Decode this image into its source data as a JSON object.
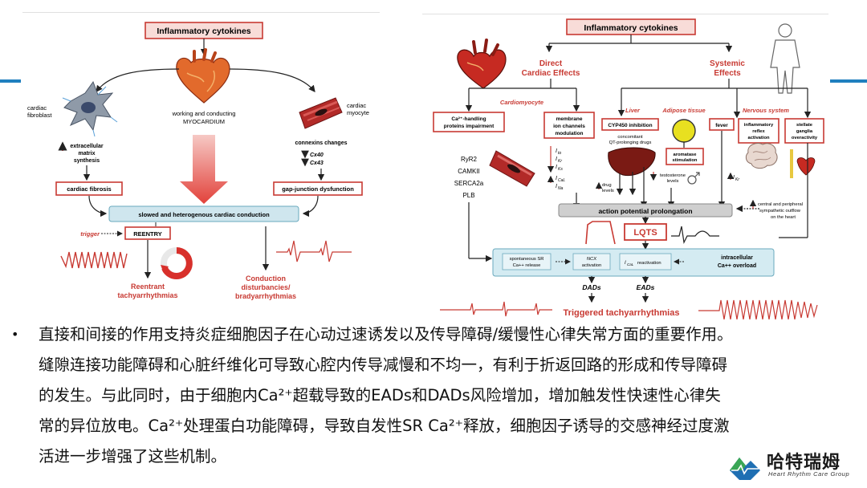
{
  "left_diagram": {
    "top_label": "Inflammatory cytokines",
    "fibroblast": [
      "cardiac",
      "fibroblast"
    ],
    "myocardium": [
      "working and conducting",
      "MYOCARDIUM"
    ],
    "myocyte": [
      "cardiac",
      "myocyte"
    ],
    "ecm": [
      "extracellular",
      "matrix",
      "synthesis"
    ],
    "connexins": "connexins changes",
    "cx40": "Cx40",
    "cx43": "Cx43",
    "fibrosis": "cardiac fibrosis",
    "gap_junction": "gap-junction dysfunction",
    "conduction_box": "slowed and heterogenous cardiac conduction",
    "trigger": "trigger",
    "reentry": "REENTRY",
    "reentrant": [
      "Reentrant",
      "tachyarrhythmias"
    ],
    "conduction_dist": [
      "Conduction",
      "disturbancies/",
      "bradyarrhythmias"
    ]
  },
  "right_diagram": {
    "top_label": "Inflammatory cytokines",
    "direct": [
      "Direct",
      "Cardiac Effects"
    ],
    "systemic": [
      "Systemic",
      "Effects"
    ],
    "cardiomyocyte": "Cardiomyocyte",
    "liver": "Liver",
    "adipose": "Adipose tissue",
    "nervous": "Nervous system",
    "ca_handling": [
      "Ca²⁺-handling",
      "proteins impairment"
    ],
    "membrane": [
      "membrane",
      "ion channels",
      "modulation"
    ],
    "cyp450": "CYP450 inhibition",
    "fever": "fever",
    "inflam_reflex": [
      "inflammatory",
      "reflex",
      "activation"
    ],
    "stellate": [
      "stellate",
      "ganglia",
      "overactivity"
    ],
    "proteins": [
      "RyR2",
      "CAMKII",
      "SERCA2a",
      "PLB"
    ],
    "currents": [
      "I",
      "I",
      "I",
      "I",
      "I"
    ],
    "current_subs": [
      "to",
      "Kr",
      "Ks",
      "CaL",
      "Na"
    ],
    "concomitant": [
      "concomitant",
      "QT-prolonging drugs"
    ],
    "aromatase": [
      "aromatase",
      "stimulation"
    ],
    "testosterone": [
      "testosterone",
      "levels"
    ],
    "drug_levels": [
      "drug",
      "levels"
    ],
    "ikr": "I",
    "ikr_sub": "Kr",
    "ap_prolong": "action potential prolongation",
    "central_sym": [
      "central and peripheral",
      "sympathetic outflow",
      "on the heart"
    ],
    "lqts": "LQTS",
    "spont_sr": [
      "spontaneous SR",
      "Ca++ release"
    ],
    "ncx": [
      "NCX",
      "activation"
    ],
    "ical": "I",
    "ical_sub": "CaL",
    "reactivation": "reactivation",
    "overload": [
      "intracellular",
      "Ca++ overload"
    ],
    "dads": "DADs",
    "eads": "EADs",
    "triggered": "Triggered tachyarrhythmias"
  },
  "body": {
    "bullet": "•",
    "lines": [
      "直接和间接的作用支持炎症细胞因子在心动过速诱发以及传导障碍/缓慢性心律失常方面的重要作用。",
      "缝隙连接功能障碍和心脏纤维化可导致心腔内传导减慢和不均一，有利于折返回路的形成和传导障碍",
      "的发生。与此同时，由于细胞内Ca²⁺超载导致的EADs和DADs风险增加，增加触发性快速性心律失",
      "常的异位放电。Ca²⁺处理蛋白功能障碍，导致自发性SR Ca²⁺释放，细胞因子诱导的交感神经过度激",
      "活进一步增强了这些机制。"
    ]
  },
  "logo": {
    "name": "哈特瑞姆",
    "subtitle": "Heart Rhythm Care Group",
    "colors": {
      "green": "#3aa655",
      "blue": "#1f6fb3"
    }
  }
}
